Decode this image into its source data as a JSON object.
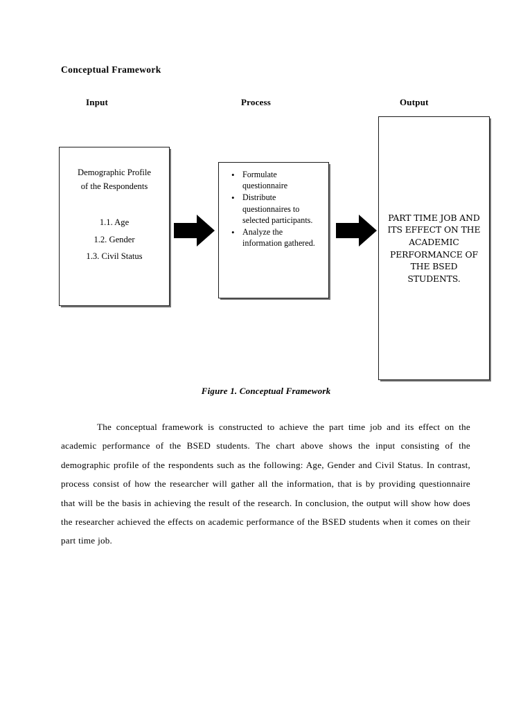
{
  "document": {
    "section_heading": "Conceptual Framework",
    "figure_caption": "Figure 1. Conceptual Framework"
  },
  "column_labels": {
    "input": "Input",
    "process": "Process",
    "output": "Output"
  },
  "input_box": {
    "title_line_1": "Demographic Profile",
    "title_line_2": "of the Respondents",
    "items": [
      "1.1. Age",
      "1.2. Gender",
      "1.3. Civil Status"
    ]
  },
  "process_box": {
    "bullet_glyph": "•",
    "items": [
      "Formulate questionnaire",
      "Distribute questionnaires to selected participants.",
      "Analyze the information gathered."
    ]
  },
  "output_box": {
    "text": "PART TIME JOB AND ITS EFFECT ON THE ACADEMIC PERFORMANCE OF THE BSED STUDENTS."
  },
  "arrows": {
    "input_to_process": "right-arrow",
    "process_to_output": "right-arrow"
  },
  "body_text": {
    "paragraph": "The conceptual framework is constructed to achieve the part time job and its effect on the academic performance of the BSED students. The chart above shows the input consisting of the demographic profile of the respondents such as the following: Age, Gender and Civil Status. In contrast, process consist of how the researcher will gather all the information, that is by providing questionnaire that will be the basis in achieving the result of the research. In conclusion, the output will show how does the researcher achieved the effects on academic performance of the BSED students when it comes on their part time job."
  },
  "colors": {
    "page_background": "#ffffff",
    "text": "#000000",
    "box_border": "#1a1a1a",
    "arrow_fill": "#000000"
  }
}
